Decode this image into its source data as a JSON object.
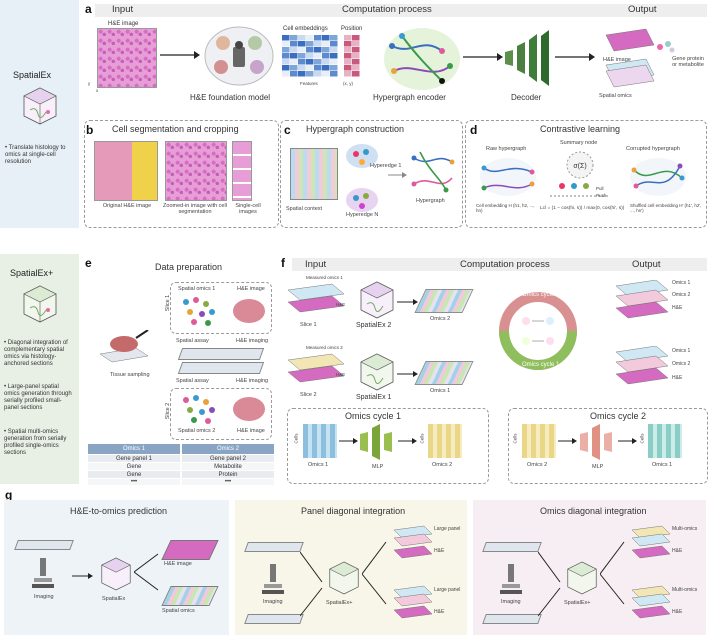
{
  "panel_letters": {
    "a": "a",
    "b": "b",
    "c": "c",
    "d": "d",
    "e": "e",
    "f": "f",
    "g": "g"
  },
  "sidebar_top": {
    "title": "SpatialEx",
    "bullet": "Translate histology to omics at single-cell resolution"
  },
  "sidebar_bottom": {
    "title": "SpatialEx+",
    "bullets": [
      "Diagonal integration of complementary spatial omics via histology-anchored sections",
      "Large-panel spatial omics generation through serially profiled small-panel sections",
      "Spatial multi-omics generation from serially profiled single-omics sections"
    ]
  },
  "panel_a": {
    "input_header": "Input",
    "compute_header": "Computation process",
    "output_header": "Output",
    "he_image_label": "H&E image",
    "axis_y": "y",
    "axis_x": "x",
    "foundation_model": "H&E foundation model",
    "cell_embeddings": "Cell embeddings",
    "position": "Position",
    "features": "Features",
    "xy": "(x, y)",
    "hypergraph_encoder": "Hypergraph encoder",
    "decoder": "Decoder",
    "out_he": "H&E image",
    "out_spatial": "Spatial omics",
    "gene_label": "Gene protein or metabolite"
  },
  "panel_b": {
    "title": "Cell segmentation and cropping",
    "original": "Original H&E image",
    "zoomed": "Zoomed-in image with cell segmentation",
    "single": "Single-cell images"
  },
  "panel_c": {
    "title": "Hypergraph construction",
    "hyperedge1": "Hyperedge 1",
    "hyperedgeN": "Hyperedge N",
    "context": "Spatial context",
    "hypergraph": "Hypergraph"
  },
  "panel_d": {
    "title": "Contrastive learning",
    "raw": "Raw hypergraph",
    "summary": "Summary node",
    "corrupted": "Corrupted hypergraph",
    "embedding": "Cell embedding H (h1, h2, ..., hn)",
    "shuffled": "Shuffled cell embedding H' (h1', h2', ..., hn')",
    "pull": "Pull",
    "push": "Push",
    "formula": "Lcl = (1 − cos(hi, s)) / max(0, cos(hi', s))"
  },
  "panel_e": {
    "title": "Data preparation",
    "spatial_omics1": "Spatial omics 1",
    "he_image": "H&E image",
    "slice1": "Slice 1",
    "slice2": "Slice 2",
    "spatial_assay": "Spatial assay",
    "he_imaging": "H&E imaging",
    "tissue_sampling": "Tissue sampling",
    "spatial_omics2": "Spatial omics 2",
    "table": {
      "headers": [
        "Omics 1",
        "Omics 2"
      ],
      "rows": [
        [
          "Gene panel 1",
          "Gene panel 2"
        ],
        [
          "Gene",
          "Metabolite"
        ],
        [
          "Gene",
          "Protein"
        ],
        [
          "•••",
          "•••"
        ]
      ]
    }
  },
  "panel_f": {
    "input_header": "Input",
    "compute_header": "Computation process",
    "output_header": "Output",
    "measured1": "Measured omics 1",
    "measured2": "Measured omics 2",
    "he": "H&E",
    "slice1": "Slice 1",
    "slice2": "Slice 2",
    "model2": "SpatialEx 2",
    "model1": "SpatialEx 1",
    "omics2": "Omics 2",
    "omics1": "Omics 1",
    "cycle2_ring": "Omics cycle 2",
    "cycle1_ring": "Omics cycle 1",
    "cycle1_title": "Omics cycle 1",
    "cycle2_title": "Omics cycle 2",
    "cells": "Cells",
    "mlp": "MLP",
    "out_top": [
      "Omics 1",
      "Omics 2",
      "H&E"
    ],
    "out_bottom": [
      "Omics 1",
      "Omics 2",
      "H&E"
    ]
  },
  "panel_g": {
    "col1_title": "H&E-to-omics prediction",
    "col2_title": "Panel diagonal integration",
    "col3_title": "Omics diagonal integration",
    "imaging": "Imaging",
    "spatialex": "SpatialEx",
    "spatialexplus": "SpatialEx+",
    "he_image": "H&E image",
    "spatial_omics": "Spatial omics",
    "large_panel": "Large panel",
    "he": "H&E",
    "multi_omics": "Multi-omics"
  },
  "colors": {
    "sidebar_blue": "#e6f0f6",
    "sidebar_green": "#e8f0e6",
    "he_pink": "#d46bc0",
    "decoder_green": "#3f7d3a",
    "ring_pink": "#e6a3a3",
    "ring_green": "#8fbf5c"
  }
}
